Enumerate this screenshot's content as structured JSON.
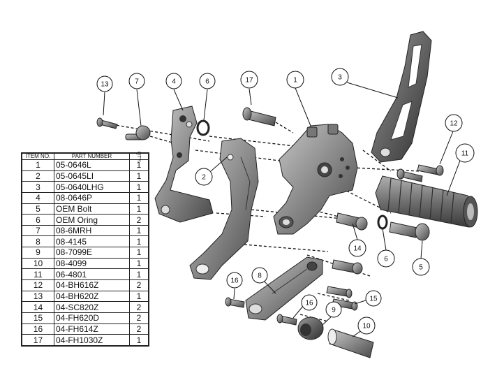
{
  "bom": {
    "headers": {
      "item": "ITEM NO.",
      "part_number": "PART NUMBER",
      "qty": "QTY."
    },
    "rows": [
      {
        "item": "1",
        "part": "05-0646L",
        "qty": "1"
      },
      {
        "item": "2",
        "part": "05-0645LI",
        "qty": "1"
      },
      {
        "item": "3",
        "part": "05-0640LHG",
        "qty": "1"
      },
      {
        "item": "4",
        "part": "08-0646P",
        "qty": "1"
      },
      {
        "item": "5",
        "part": "OEM Bolt",
        "qty": "1"
      },
      {
        "item": "6",
        "part": "OEM  Oring",
        "qty": "2"
      },
      {
        "item": "7",
        "part": "08-6MRH",
        "qty": "1"
      },
      {
        "item": "8",
        "part": "08-4145",
        "qty": "1"
      },
      {
        "item": "9",
        "part": "08-7099E",
        "qty": "1"
      },
      {
        "item": "10",
        "part": "08-4099",
        "qty": "1"
      },
      {
        "item": "11",
        "part": "06-4801",
        "qty": "1"
      },
      {
        "item": "12",
        "part": "04-BH616Z",
        "qty": "2"
      },
      {
        "item": "13",
        "part": "04-BH620Z",
        "qty": "1"
      },
      {
        "item": "14",
        "part": "04-SC820Z",
        "qty": "2"
      },
      {
        "item": "15",
        "part": "04-FH620D",
        "qty": "2"
      },
      {
        "item": "16",
        "part": "04-FH614Z",
        "qty": "2"
      },
      {
        "item": "17",
        "part": "04-FH1030Z",
        "qty": "1"
      }
    ]
  },
  "balloons": [
    "13",
    "7",
    "4",
    "6",
    "17",
    "1",
    "3",
    "12",
    "11",
    "2",
    "14",
    "6",
    "5",
    "8",
    "16",
    "16",
    "9",
    "15",
    "10"
  ]
}
